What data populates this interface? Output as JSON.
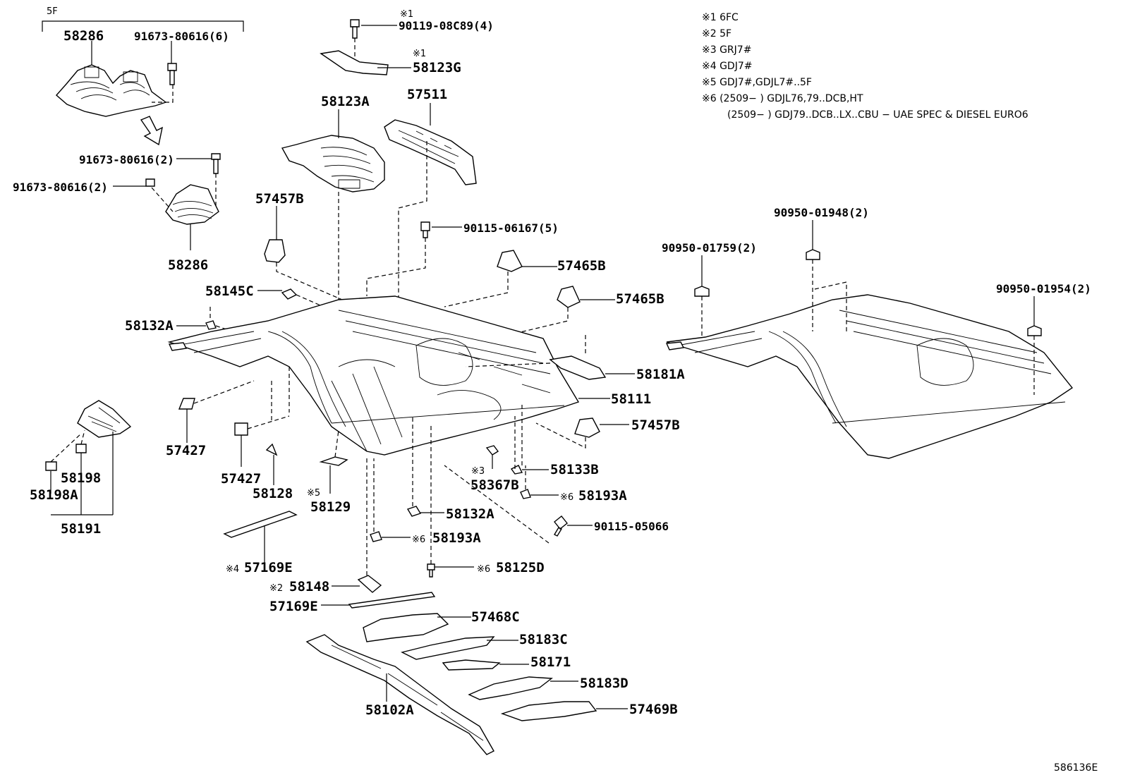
{
  "group_label": "5F",
  "legend": {
    "notes": [
      "※1 6FC",
      "※2 5F",
      "※3 GRJ7#",
      "※4 GDJ7#",
      "※5 GDJ7#,GDJL7#..5F",
      "※6 (2509−     ) GDJL76,79..DCB,HT",
      "(2509−     ) GDJ79..DCB..LX..CBU − UAE SPEC & DIESEL EURO6"
    ]
  },
  "labels": {
    "p58286a": "58286",
    "p91673_6": "91673-80616(6)",
    "m1a": "※1",
    "p90119": "90119-08C89(4)",
    "m1b": "※1",
    "p58123G": "58123G",
    "p58123A": "58123A",
    "p57511": "57511",
    "p91673_2a": "91673-80616(2)",
    "p91673_2b": "91673-80616(2)",
    "p58286b": "58286",
    "p57457Ba": "57457B",
    "p90115_06167": "90115-06167(5)",
    "p57465Ba": "57465B",
    "p57465Bb": "57465B",
    "p58145C": "58145C",
    "p58132Aa": "58132A",
    "p58181A": "58181A",
    "p58111": "58111",
    "p57457Bb": "57457B",
    "p57427a": "57427",
    "p57427b": "57427",
    "p58128": "58128",
    "m5": "※5",
    "p58129": "58129",
    "p58198": "58198",
    "p58198A": "58198A",
    "p58191": "58191",
    "m3": "※3",
    "p58367B": "58367B",
    "p58133B": "58133B",
    "m6a": "※6",
    "p58193Aa": "58193A",
    "p58132Ab": "58132A",
    "p90115_05066": "90115-05066",
    "m6b": "※6",
    "p58193Ab": "58193A",
    "m4": "※4",
    "p57169Ea": "57169E",
    "m6c": "※6",
    "p58125D": "58125D",
    "m2": "※2",
    "p58148": "58148",
    "p57169Eb": "57169E",
    "p57468C": "57468C",
    "p58183C": "58183C",
    "p58171": "58171",
    "p58183D": "58183D",
    "p58102A": "58102A",
    "p57469B": "57469B",
    "p90950_01759": "90950-01759(2)",
    "p90950_01948": "90950-01948(2)",
    "p90950_01954": "90950-01954(2)"
  },
  "drawing_id": "586136E"
}
